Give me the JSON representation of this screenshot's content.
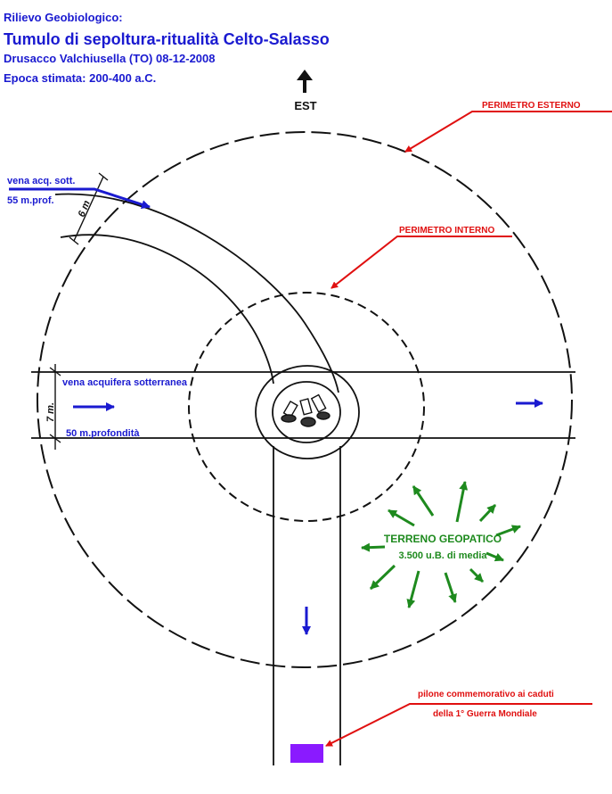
{
  "header": {
    "subtitle": "Rilievo Geobiologico:",
    "title": "Tumulo di sepoltura-ritualità Celto-Salasso",
    "location_date": "Drusacco   Valchiusella (TO)   08-12-2008",
    "epoch": "Epoca stimata: 200-400 a.C."
  },
  "compass": {
    "label": "EST"
  },
  "labels": {
    "outer_perimeter": "PERIMETRO ESTERNO",
    "inner_perimeter": "PERIMETRO INTERNO",
    "vein_top_name": "vena acq. sott.",
    "vein_top_depth": "55 m.prof.",
    "vein_top_width": "6 m",
    "vein_mid_name": "vena acquifera sotterranea",
    "vein_mid_depth": "50 m.profondità",
    "vein_mid_width": "7 m.",
    "geopathic_title": "TERRENO GEOPATICO",
    "geopathic_value": "3.500 u.B. di media",
    "monument_line1": "pilone commemorativo ai caduti",
    "monument_line2": "della 1° Guerra Mondiale"
  },
  "colors": {
    "header": "#1a1ad0",
    "annotation_red": "#e01010",
    "flow_blue": "#1a1ad0",
    "geopathic_green": "#1e8a1e",
    "monument_purple": "#8a1aff",
    "ink": "#111111"
  }
}
